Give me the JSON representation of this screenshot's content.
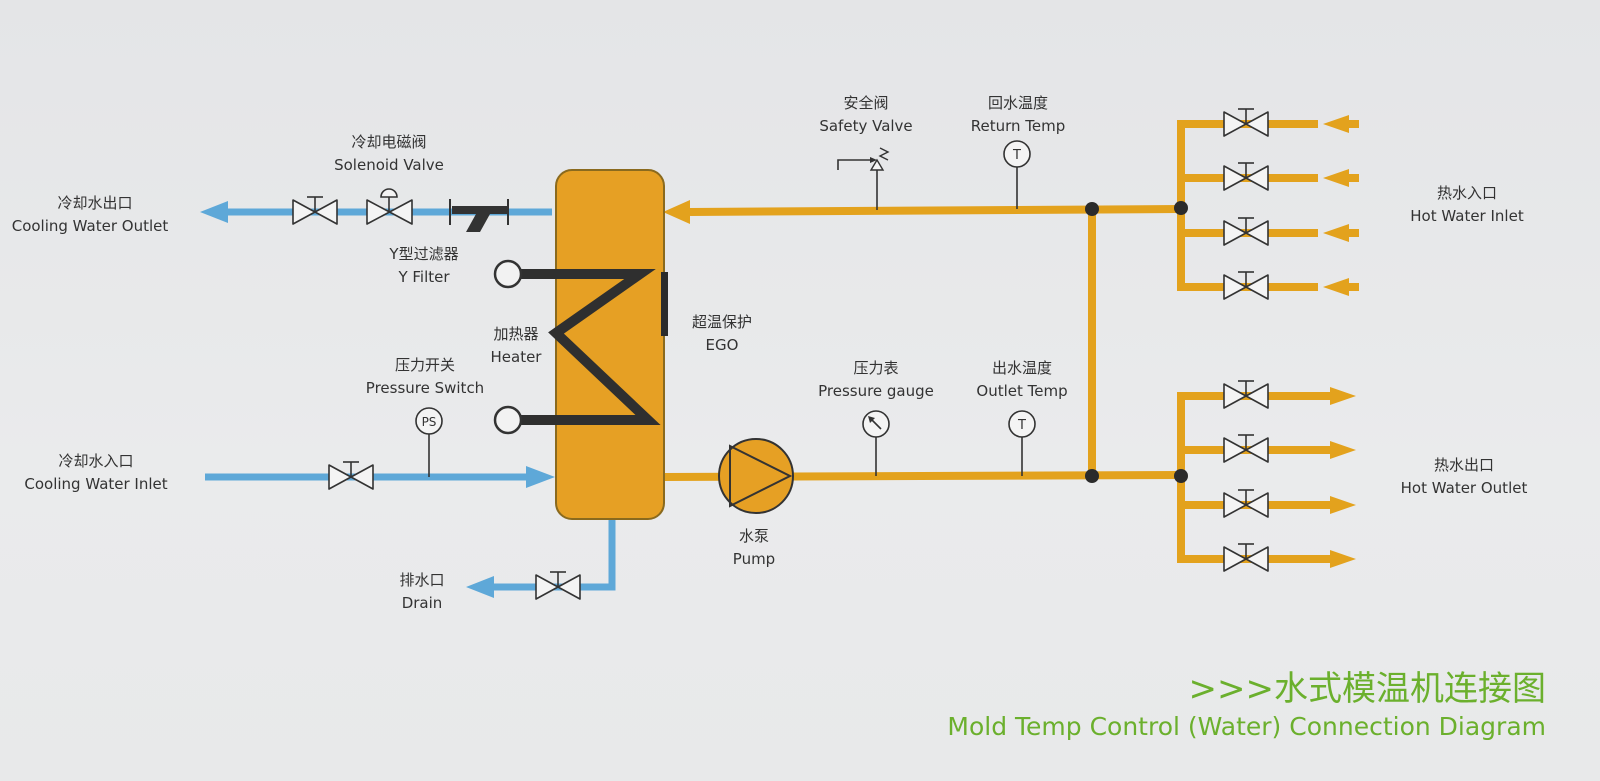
{
  "colors": {
    "hot": "#e3a21d",
    "cool": "#5ea8d8",
    "tank": "#e6a024",
    "tank_stroke": "#8a6a1e",
    "ink": "#333333",
    "title": "#6bb02d"
  },
  "labels": {
    "cooling_outlet_cn": "冷却水出口",
    "cooling_outlet_en": "Cooling Water Outlet",
    "solenoid_cn": "冷却电磁阀",
    "solenoid_en": "Solenoid Valve",
    "yfilter_cn": "Y型过滤器",
    "yfilter_en": "Y Filter",
    "heater_cn": "加热器",
    "heater_en": "Heater",
    "pswitch_cn": "压力开关",
    "pswitch_en": "Pressure Switch",
    "ps_symbol": "PS",
    "cooling_inlet_cn": "冷却水入口",
    "cooling_inlet_en": "Cooling Water Inlet",
    "drain_cn": "排水口",
    "drain_en": "Drain",
    "ego_cn": "超温保护",
    "ego_en": "EGO",
    "pump_cn": "水泵",
    "pump_en": "Pump",
    "safety_cn": "安全阀",
    "safety_en": "Safety Valve",
    "return_cn": "回水温度",
    "return_en": "Return Temp",
    "gauge_cn": "压力表",
    "gauge_en": "Pressure gauge",
    "outlet_temp_cn": "出水温度",
    "outlet_temp_en": "Outlet Temp",
    "t_symbol": "T",
    "hot_inlet_cn": "热水入口",
    "hot_inlet_en": "Hot Water Inlet",
    "hot_outlet_cn": "热水出口",
    "hot_outlet_en": "Hot Water Outlet"
  },
  "title": {
    "cn": ">>>水式模温机连接图",
    "en": "Mold Temp Control (Water) Connection Diagram"
  }
}
